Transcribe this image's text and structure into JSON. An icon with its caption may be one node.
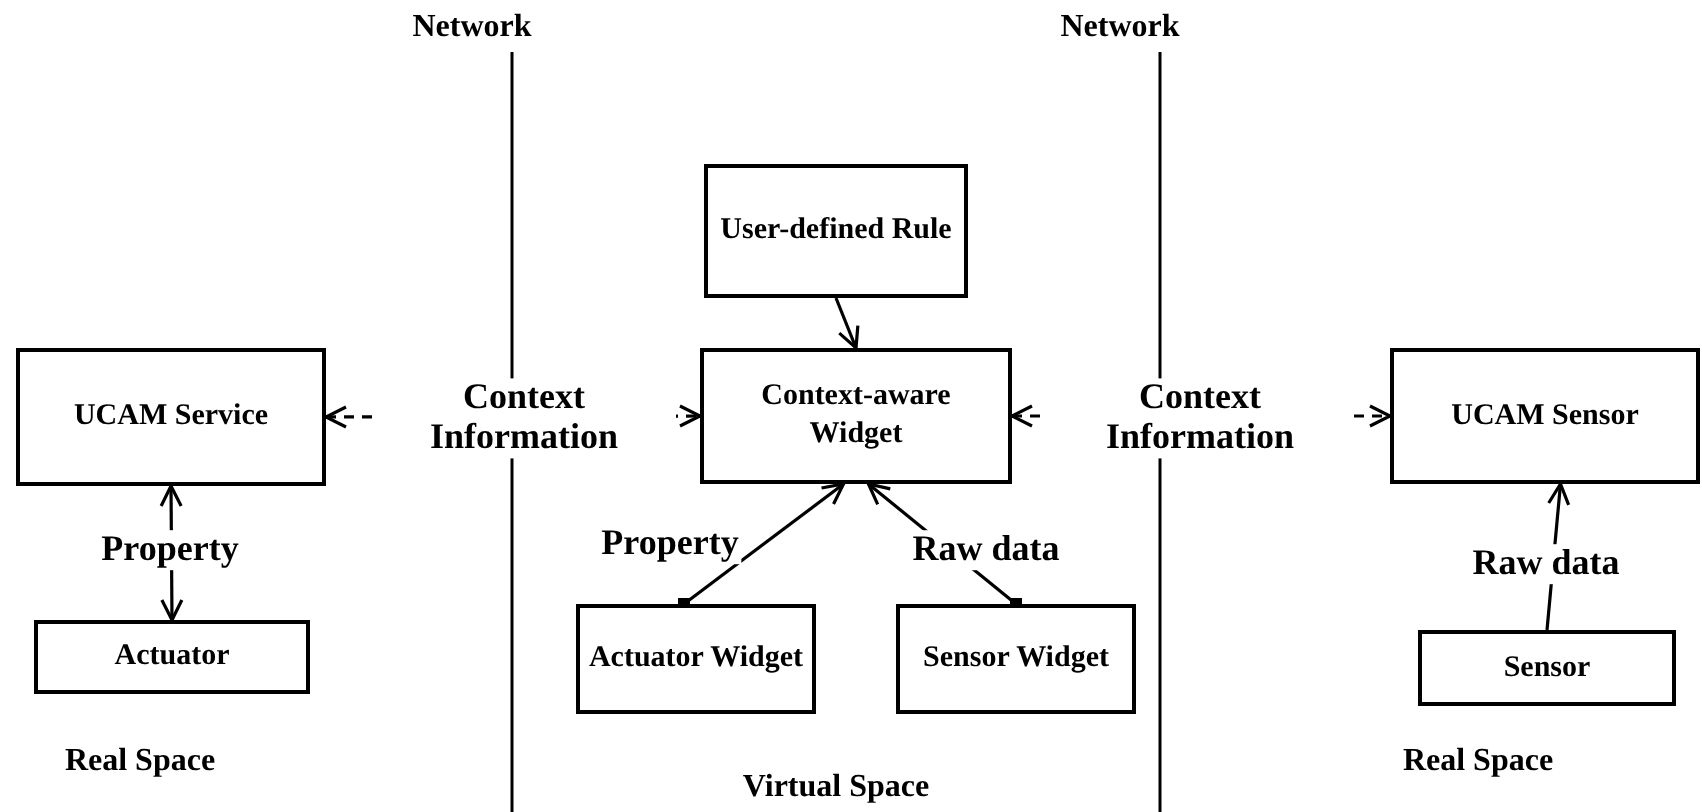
{
  "diagram": {
    "nodes": [
      {
        "text": [
          "User-defined Rule"
        ]
      },
      {
        "text": [
          "UCAM Service"
        ]
      },
      {
        "text": [
          "Context-aware Widget"
        ]
      },
      {
        "text": [
          "UCAM Sensor"
        ]
      },
      {
        "text": [
          "Actuator"
        ]
      },
      {
        "text": [
          "Actuator Widget"
        ]
      },
      {
        "text": [
          "Sensor Widget"
        ]
      },
      {
        "text": [
          "Sensor"
        ]
      }
    ],
    "edges": [
      {
        "from": 0,
        "to": 2,
        "arrow": "to"
      },
      {
        "from": 1,
        "to": 2,
        "arrow": "both",
        "label": "Context Information",
        "style": "dashed"
      },
      {
        "from": 2,
        "to": 3,
        "arrow": "both",
        "label": "Context Information",
        "style": "dashed"
      },
      {
        "from": 1,
        "to": 4,
        "arrow": "both",
        "label": "Property"
      },
      {
        "from": 5,
        "to": 2,
        "arrow": "to",
        "label": "Property"
      },
      {
        "from": 6,
        "to": 2,
        "arrow": "to",
        "label": "Raw data"
      },
      {
        "from": 7,
        "to": 3,
        "arrow": "to",
        "label": "Raw data"
      }
    ],
    "labels": [
      "Network",
      "Network",
      "Real Space",
      "Virtual Space",
      "Real Space"
    ]
  }
}
